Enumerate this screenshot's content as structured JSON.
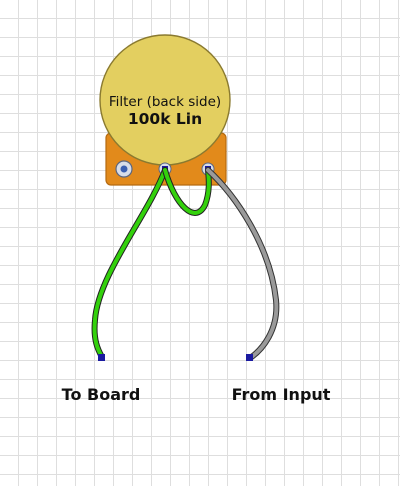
{
  "pot": {
    "caption": "Filter (back side)",
    "value": "100k Lin"
  },
  "labels": {
    "to_board": "To Board",
    "from_input": "From Input"
  },
  "colors": {
    "pot_body": "#e3cf60",
    "pot_bracket": "#e28a1b",
    "wire_green": "#33d10c",
    "wire_gray": "#9a9a9a",
    "lug": "#1a1aa0"
  }
}
